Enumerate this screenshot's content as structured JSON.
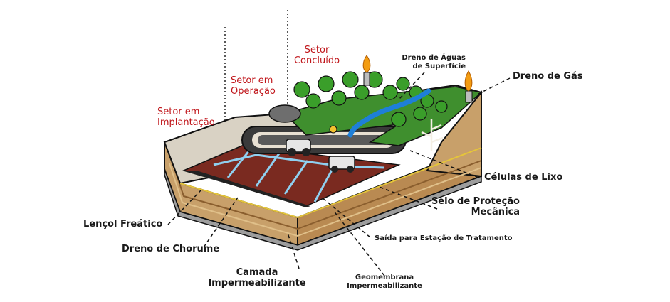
{
  "sectors": {
    "implantacao": [
      "Setor em",
      "Implantação"
    ],
    "operacao": [
      "Setor em",
      "Operação"
    ],
    "concluido": [
      "Setor",
      "Concluído"
    ]
  },
  "labels": {
    "dreno_aguas": [
      "Dreno de Águas",
      "de Superfície"
    ],
    "dreno_gas": "Dreno de Gás",
    "celulas_lixo": "Células de Lixo",
    "selo_protecao": [
      "Selo de Proteção",
      "Mecânica"
    ],
    "saida_estacao": "Saída para Estação de Tratamento",
    "lencol_freatico": "Lençol Freático",
    "dreno_chorume": "Dreno de Chorume",
    "camada_imper": [
      "Camada",
      "Impermeabilizante"
    ],
    "geomembrana": [
      "Geomembrana",
      "Impermeabilizante"
    ]
  },
  "colors": {
    "sector_label": "#c0161b",
    "soil": "#c8a06a",
    "soil_dark": "#8a5e2e",
    "liner": "#7a2a20",
    "drain": "#8fd0f0",
    "grass": "#3f8f2e",
    "water": "#1e7fd8",
    "flame": "#f39c12"
  },
  "icons": [
    "flame-icon",
    "tree-icon",
    "truck-icon",
    "compactor-icon",
    "gas-vent-icon"
  ]
}
